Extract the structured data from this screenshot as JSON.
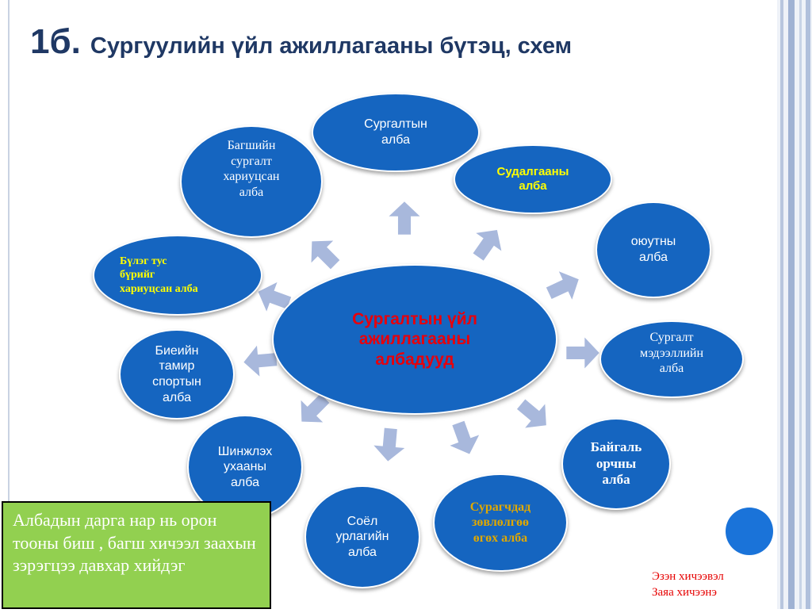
{
  "title": {
    "number": "1б.",
    "text": "Сургуулийн үйл ажиллагааны бүтэц, схем"
  },
  "colors": {
    "node_fill": "#1565c0",
    "center_text": "#e8000b",
    "arrow": "#a8b8dc",
    "note_fill": "#92d050",
    "author_text": "#e60000"
  },
  "diagram": {
    "center": "Сургалтын  үйл\nажиллагааны\nалбадууд",
    "nodes": {
      "surgaltyn_alba": "Сургалтын\nалба",
      "sudalgaany_alba": "Судалгааны\nалба",
      "ouytny_alba": "оюутны\nалба",
      "medeellin_alba": "Сургалт\nмэдээллийн\nалба",
      "baigali_alba": "Байгаль\nорчны\nалба",
      "zovlolgoo_alba": "Сурагчдад\nзөвлөлгөө\nөгөх  алба",
      "soyol_alba": "Соёл\nурлагийн\nалба",
      "shinjleh_alba": "Шинжлэх\nухааны\nалба",
      "biein_tamir_alba": "Биеийн\nтамир\nспортын\nалба",
      "buleg_alba": "Бүлэг тус\nбүрийг\nхариуцсан алба",
      "bagsh_alba": "Багшийн\nсургалт\nхариуцсан\nалба"
    }
  },
  "note": "Албадын дарга  нар  нь орон тооны биш  , багш хичээл заахын зэрэгцээ давхар хийдэг",
  "author": {
    "line1": "Эзэн хичээвэл",
    "line2": "Заяа хичээнэ"
  }
}
